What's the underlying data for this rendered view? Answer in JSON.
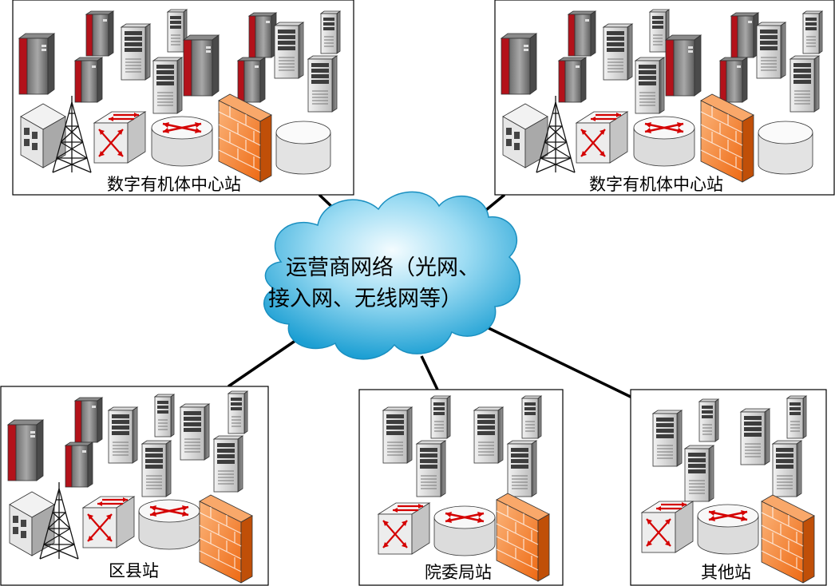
{
  "cloud": {
    "line1": "运营商网络（光网、",
    "line2": "接入网、无线网等）"
  },
  "sites": {
    "center_a": {
      "label": "数字有机体中心站"
    },
    "center_b": {
      "label": "数字有机体中心站"
    },
    "county": {
      "label": "区县站"
    },
    "court": {
      "label": "院委局站"
    },
    "other": {
      "label": "其他站"
    }
  },
  "colors": {
    "cloud_light": "#e9f8ff",
    "cloud_dark": "#28a9d8",
    "mainframe_red": "#b3121a",
    "firewall_orange": "#f07a25",
    "router_arrow": "#d40000",
    "link_line": "#000000"
  }
}
